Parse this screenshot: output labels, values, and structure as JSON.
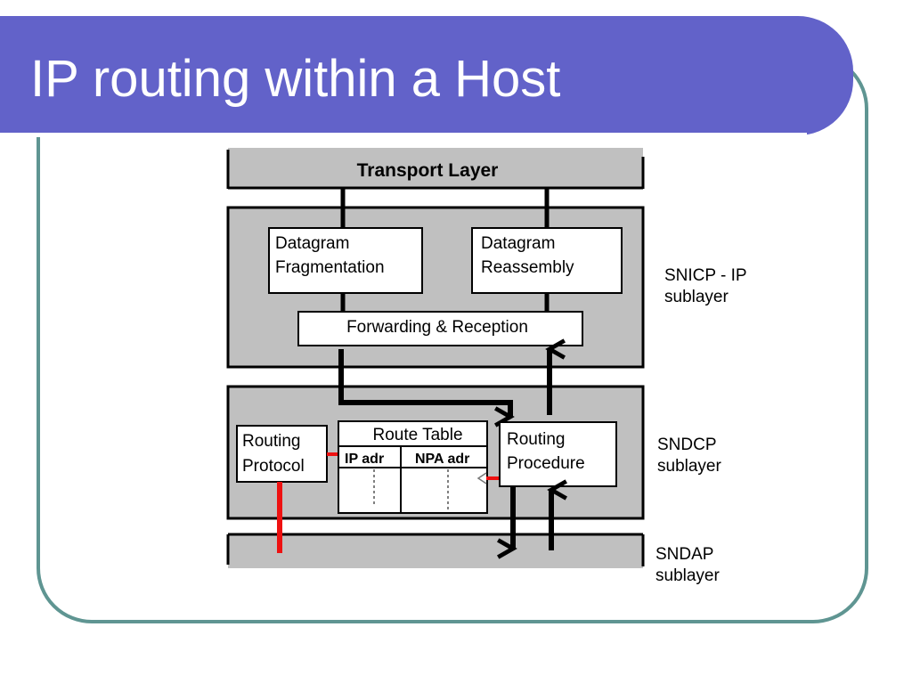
{
  "slide": {
    "title": "IP routing within a Host"
  },
  "diagram": {
    "transport_layer": "Transport Layer",
    "datagram_fragmentation": [
      "Datagram",
      "Fragmentation"
    ],
    "datagram_reassembly": [
      "Datagram",
      "Reassembly"
    ],
    "forwarding_reception": "Forwarding & Reception",
    "routing_protocol": [
      "Routing",
      "Protocol"
    ],
    "route_table": {
      "title": "Route Table",
      "columns": [
        "IP adr",
        "NPA adr"
      ]
    },
    "routing_procedure": [
      "Routing",
      "Procedure"
    ],
    "side_labels": {
      "snicp": [
        "SNICP - IP",
        "sublayer"
      ],
      "sndcp": [
        "SNDCP",
        "sublayer"
      ],
      "sndap": [
        "SNDAP",
        "sublayer"
      ]
    },
    "colors": {
      "title_bar": "#6262c9",
      "frame_border": "#5f9592",
      "layer_fill": "#c0c0c0",
      "link_red": "#ee1111"
    }
  }
}
